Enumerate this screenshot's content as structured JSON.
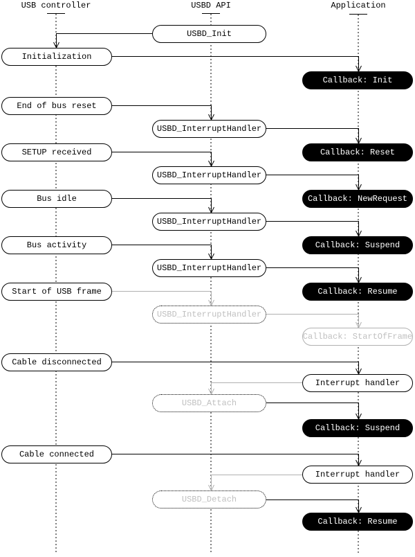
{
  "columns": [
    {
      "label": "USB controller"
    },
    {
      "label": "USBD API"
    },
    {
      "label": "Application"
    }
  ],
  "boxes": [
    {
      "label": "USBD_Init"
    },
    {
      "label": "Initialization"
    },
    {
      "label": "Callback: Init"
    },
    {
      "label": "End of bus reset"
    },
    {
      "label": "USBD_InterruptHandler"
    },
    {
      "label": "Callback: Reset"
    },
    {
      "label": "SETUP received"
    },
    {
      "label": "USBD_InterruptHandler"
    },
    {
      "label": "Callback: NewRequest"
    },
    {
      "label": "Bus idle"
    },
    {
      "label": "USBD_InterruptHandler"
    },
    {
      "label": "Callback: Suspend"
    },
    {
      "label": "Bus activity"
    },
    {
      "label": "USBD_InterruptHandler"
    },
    {
      "label": "Callback: Resume"
    },
    {
      "label": "Start of USB frame"
    },
    {
      "label": "USBD_InterruptHandler"
    },
    {
      "label": "Callback: StartOfFrame"
    },
    {
      "label": "Cable disconnected"
    },
    {
      "label": "Interrupt handler"
    },
    {
      "label": "USBD_Attach"
    },
    {
      "label": "Callback: Suspend"
    },
    {
      "label": "Cable connected"
    },
    {
      "label": "Interrupt handler"
    },
    {
      "label": "USBD_Detach"
    },
    {
      "label": "Callback: Resume"
    }
  ],
  "colors": {
    "line_black": "#000000",
    "line_gray": "#b0b0b0",
    "inactive_text_gray": "#c0c0c0",
    "callback_fill": "#000000",
    "callback_text": "#ffffff",
    "background": "#ffffff"
  }
}
